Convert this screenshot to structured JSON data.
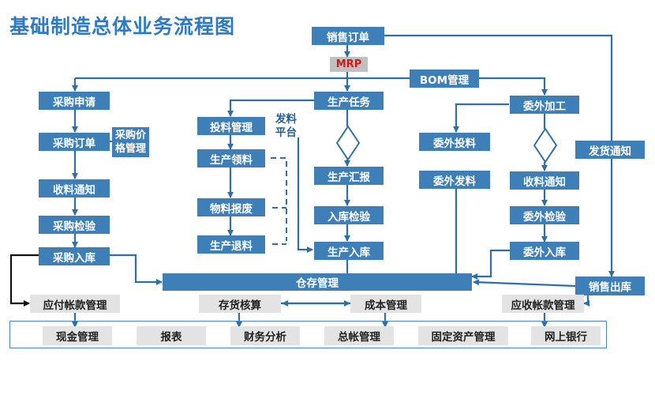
{
  "title": "基础制造总体业务流程图",
  "top": {
    "sales_order": "销售订单",
    "mrp": "MRP",
    "bom": "BOM管理"
  },
  "purchase": {
    "request": "采购申请",
    "order": "采购订单",
    "price_line1": "采购价",
    "price_line2": "格管理",
    "receive_notice": "收料通知",
    "inspection": "采购检验",
    "in_stock": "采购入库"
  },
  "production": {
    "task": "生产任务",
    "feed_mgmt": "投料管理",
    "pick": "生产领料",
    "scrap": "物料报废",
    "return": "生产退料",
    "platform_line1": "发料",
    "platform_line2": "平台",
    "report": "生产汇报",
    "in_inspection": "入库检验",
    "in_stock": "生产入库"
  },
  "outsource": {
    "processing": "委外加工",
    "feed": "委外投料",
    "dispatch": "委外发料",
    "receive_notice": "收料通知",
    "inspection": "委外检验",
    "in_stock": "委外入库"
  },
  "sales": {
    "ship_notice": "发货通知",
    "out_stock": "销售出库"
  },
  "warehouse": "仓存管理",
  "finance": {
    "payable": "应付帐款管理",
    "inventory_accounting": "存货核算",
    "cost": "成本管理",
    "receivable": "应收帐款管理"
  },
  "bottom": {
    "cash": "现金管理",
    "reports": "报表",
    "analysis": "财务分析",
    "ledger": "总帐管理",
    "fixed_assets": "固定资产管理",
    "bank": "网上银行"
  },
  "colors": {
    "box": "#3f7fb8",
    "line": "#2e6fa8",
    "title": "#2e7bc4",
    "gray": "#e3e3e3",
    "mrp_text": "#d01818"
  }
}
